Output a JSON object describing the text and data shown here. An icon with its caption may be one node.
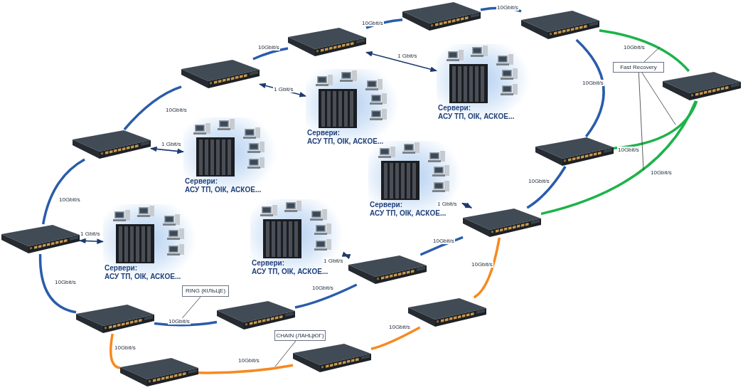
{
  "diagram": {
    "nodes": [
      {
        "text": [],
        "shape": "picture"
      },
      {
        "text": [],
        "shape": "picture"
      },
      {
        "text": [],
        "shape": "picture"
      },
      {
        "text": [],
        "shape": "picture"
      },
      {
        "text": [],
        "shape": "picture"
      },
      {
        "text": [],
        "shape": "picture"
      },
      {
        "text": [],
        "shape": "picture"
      },
      {
        "text": [],
        "shape": "picture"
      },
      {
        "text": [],
        "shape": "picture"
      },
      {
        "text": [],
        "shape": "picture"
      },
      {
        "text": [],
        "shape": "picture"
      },
      {
        "text": [],
        "shape": "picture"
      },
      {
        "text": [],
        "shape": "picture"
      },
      {
        "text": [],
        "shape": "picture"
      },
      {
        "text": [],
        "shape": "picture"
      },
      {
        "text": [
          "Сервери:",
          "АСУ ТП, ОІК, АСКОЕ..."
        ]
      },
      {
        "text": [
          "Сервери:",
          "АСУ ТП, ОІК, АСКОЕ..."
        ]
      },
      {
        "text": [
          "Сервери:",
          "АСУ ТП, ОІК, АСКОЕ..."
        ]
      },
      {
        "text": [
          "Сервери:",
          "АСУ ТП, ОІК, АСКОЕ..."
        ]
      },
      {
        "text": [
          "Сервери:",
          "АСУ ТП, ОІК, АСКОЕ..."
        ]
      },
      {
        "text": [
          "Сервери:",
          "АСУ ТП, ОІК, АСКОЕ..."
        ]
      },
      {
        "text": [
          "Fast Recovery"
        ]
      },
      {
        "text": [
          "RING (КІЛЬЦЕ)"
        ]
      },
      {
        "text": [
          "CHAIN (ЛАНЦЮГ)"
        ]
      }
    ],
    "edges": [
      {
        "from": 8,
        "to": 5,
        "arrow": "none",
        "label": "10Gbit/s"
      },
      {
        "from": 5,
        "to": 3,
        "arrow": "none",
        "label": "10Gbit/s"
      },
      {
        "from": 3,
        "to": 2,
        "arrow": "none",
        "label": "10Gbit/s"
      },
      {
        "from": 2,
        "to": 0,
        "arrow": "none",
        "label": "10Gbit/s"
      },
      {
        "from": 0,
        "to": 1,
        "arrow": "none",
        "label": "10Gbit/s"
      },
      {
        "from": 1,
        "to": 6,
        "arrow": "none",
        "label": "10Gbit/s"
      },
      {
        "from": 6,
        "to": 7,
        "arrow": "none",
        "label": "10Gbit/s"
      },
      {
        "from": 7,
        "to": 9,
        "arrow": "none",
        "label": "10Gbit/s"
      },
      {
        "from": 9,
        "to": 11,
        "arrow": "none",
        "label": "10Gbit/s"
      },
      {
        "from": 11,
        "to": 12,
        "arrow": "none",
        "label": "10Gbit/s"
      },
      {
        "from": 12,
        "to": 8,
        "arrow": "none",
        "label": "10Gbit/s"
      },
      {
        "from": 1,
        "to": 4,
        "arrow": "none",
        "label": "10Gbit/s",
        "color": "#1db34a"
      },
      {
        "from": 4,
        "to": 6,
        "arrow": "none",
        "label": "10Gbit/s",
        "color": "#1db34a"
      },
      {
        "from": 4,
        "to": 7,
        "arrow": "none",
        "label": "10Gbit/s",
        "color": "#1db34a"
      },
      {
        "from": 12,
        "to": 14,
        "arrow": "none",
        "label": "10Gbit/s",
        "color": "#f7891f"
      },
      {
        "from": 14,
        "to": 13,
        "arrow": "none",
        "label": "10Gbit/s",
        "color": "#f7891f"
      },
      {
        "from": 13,
        "to": 10,
        "arrow": "none",
        "label": "10Gbit/s",
        "color": "#f7891f"
      },
      {
        "from": 10,
        "to": 7,
        "arrow": "none",
        "label": "10Gbit/s",
        "color": "#f7891f"
      },
      {
        "from": 3,
        "to": 15,
        "arrow": "both",
        "label": "1 Gbit/s",
        "color": "#1e3a6e"
      },
      {
        "from": 2,
        "to": 16,
        "arrow": "both",
        "label": "1 Gbit/s",
        "color": "#1e3a6e"
      },
      {
        "from": 5,
        "to": 17,
        "arrow": "both",
        "label": "1 Gbit/s",
        "color": "#1e3a6e"
      },
      {
        "from": 7,
        "to": 18,
        "arrow": "both",
        "label": "1 Gbit/s",
        "color": "#1e3a6e"
      },
      {
        "from": 8,
        "to": 19,
        "arrow": "both",
        "label": "1 Gbit/s",
        "color": "#1e3a6e"
      },
      {
        "from": 9,
        "to": 20,
        "arrow": "both",
        "label": "1 Gbit/s",
        "color": "#1e3a6e"
      },
      {
        "from": 21,
        "to": null,
        "arrow": "none",
        "color": "#333333"
      },
      {
        "from": 21,
        "to": null,
        "arrow": "none",
        "color": "#333333"
      },
      {
        "from": 21,
        "to": null,
        "arrow": "none",
        "color": "#333333"
      },
      {
        "from": 22,
        "to": null,
        "arrow": "none",
        "color": "#333333"
      },
      {
        "from": 23,
        "to": null,
        "arrow": "none",
        "color": "#333333"
      }
    ]
  }
}
